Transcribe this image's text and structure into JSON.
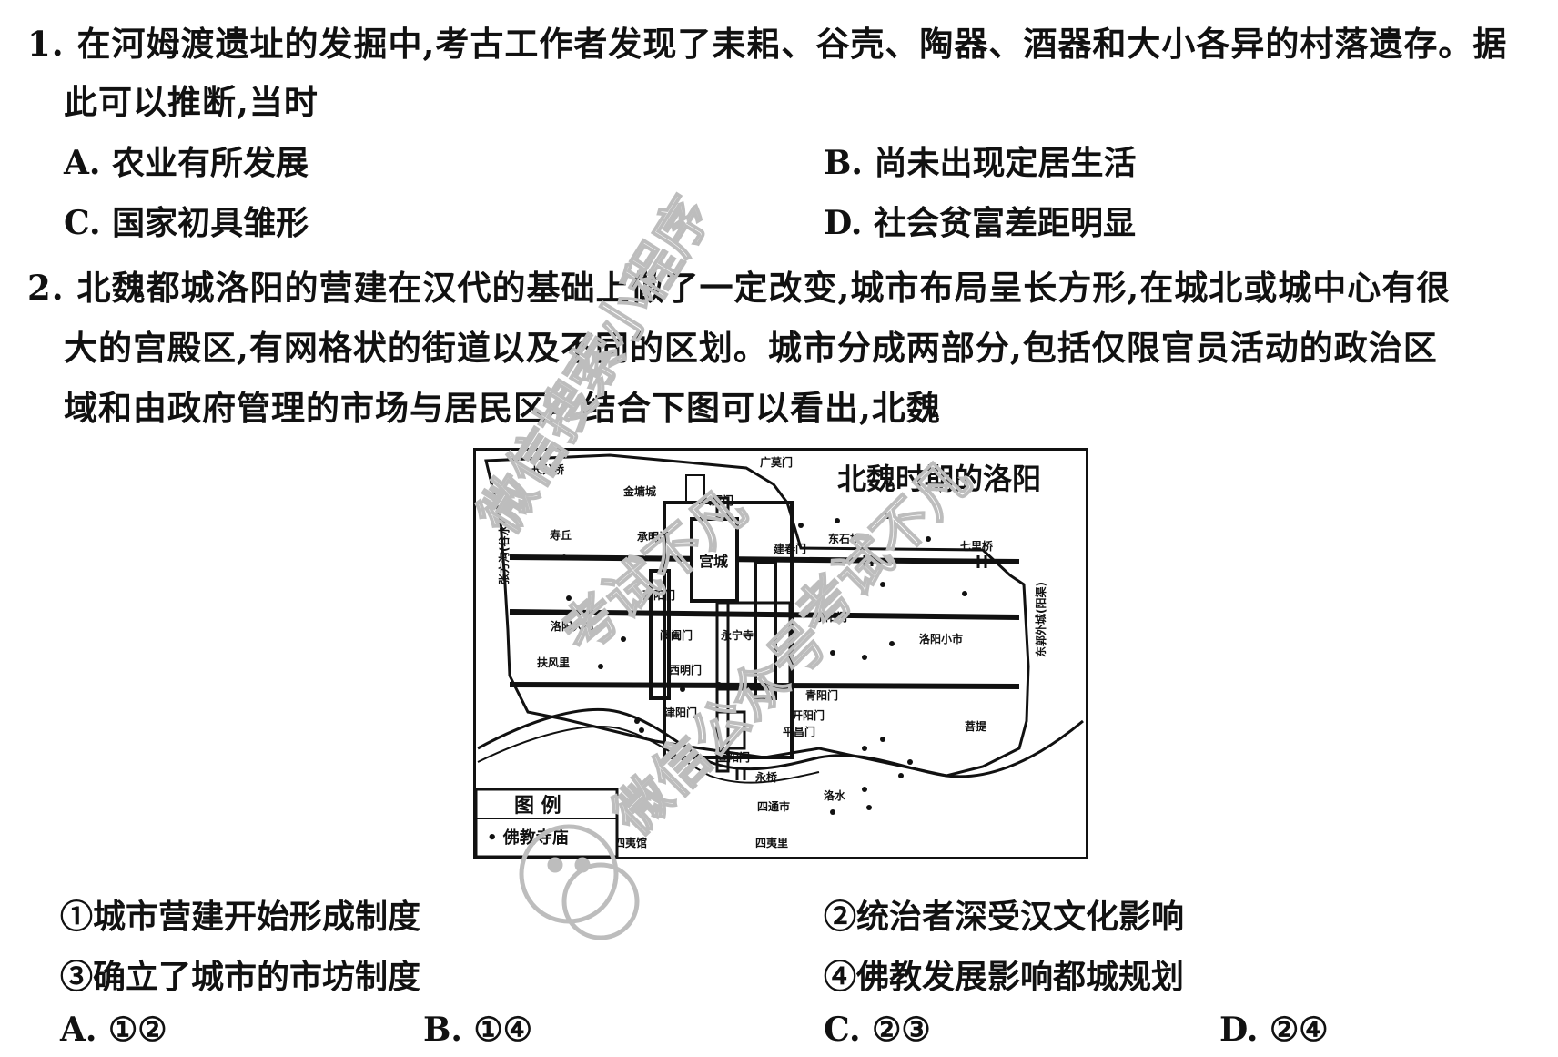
{
  "q1": {
    "line1": "1. 在河姆渡遗址的发掘中,考古工作者发现了耒耜、谷壳、陶器、酒器和大小各异的村落遗存。据",
    "line2": "此可以推断,当时",
    "optA": "A. 农业有所发展",
    "optB": "B. 尚未出现定居生活",
    "optC": "C. 国家初具雏形",
    "optD": "D. 社会贫富差距明显"
  },
  "q2": {
    "line1": "2. 北魏都城洛阳的营建在汉代的基础上做了一定改变,城市布局呈长方形,在城北或城中心有很",
    "line2": "大的宫殿区,有网格状的街道以及不同的区划。城市分成两部分,包括仅限官员活动的政治区",
    "line3": "域和由政府管理的市场与居民区。结合下图可以看出,北魏",
    "s1": "①城市营建开始形成制度",
    "s2": "②统治者深受汉文化影响",
    "s3": "③确立了城市的市坊制度",
    "s4": "④佛教发展影响都城规划",
    "optA": "A. ①②",
    "optB": "B. ①④",
    "optC": "C. ②③",
    "optD": "D. ②④"
  },
  "map": {
    "title": "北魏时期的洛阳",
    "palace": "宫城",
    "legend_title": "图 例",
    "legend_item": "• 佛教寺庙",
    "labels": {
      "changfen": "长分桥",
      "jinyong": "金墉城",
      "daxia": "大夏门",
      "guangmo": "广莫门",
      "shouqiu": "寿丘",
      "chengming": "承明门",
      "jianchun": "建春门",
      "dongshi": "东石桥",
      "qili": "七里桥",
      "xiyang": "西阳门",
      "luoyang_dashi": "洛阳大市",
      "changhe": "阊阖门",
      "yongning": "永宁寺",
      "dongyang": "东阳门",
      "luoyang_xiaoshi": "洛阳小市",
      "fulei": "扶风里",
      "ximing": "西明门",
      "qingyang": "青阳门",
      "jinyang": "津阳门",
      "xuanyang": "宣阳门",
      "kaiyang": "开阳门",
      "pingchang": "平昌门",
      "yongqiao": "永桥",
      "sitong": "四通市",
      "luoshui": "洛水",
      "siyi": "四夷馆",
      "siyili": "四夷里",
      "left_side": "张方沟(谷水)",
      "right_side": "东郭外城(阳渠)",
      "tree": "菩提"
    }
  },
  "watermark": [
    "微信搜索小程序",
    "考试不凡",
    "微信公众号",
    "考试不凡"
  ]
}
